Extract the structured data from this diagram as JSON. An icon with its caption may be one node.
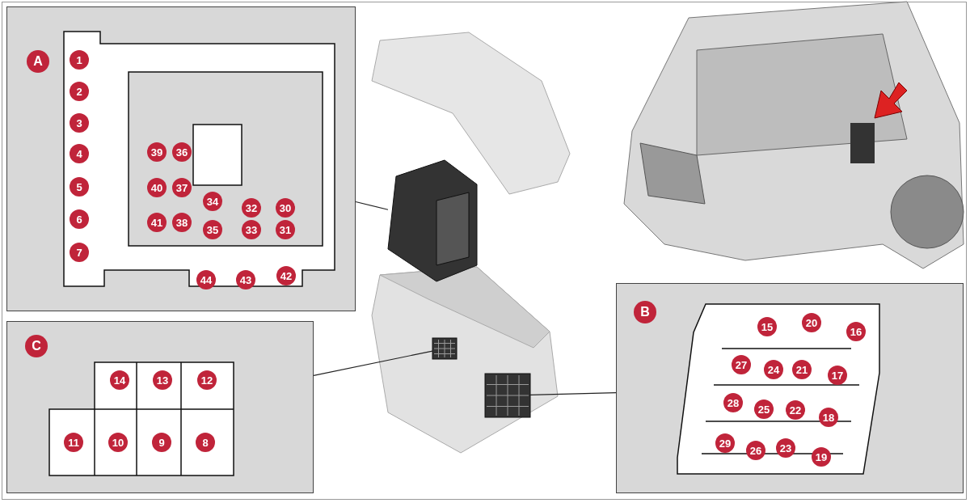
{
  "diagram": {
    "nodes": [
      {
        "text": [],
        "shape": "box"
      },
      {
        "text": [
          "A"
        ],
        "in": 0
      },
      {
        "text": [
          "1"
        ],
        "in": 0
      },
      {
        "text": [
          "2"
        ],
        "in": 0
      },
      {
        "text": [
          "3"
        ],
        "in": 0
      },
      {
        "text": [
          "4"
        ],
        "in": 0
      },
      {
        "text": [
          "5"
        ],
        "in": 0
      },
      {
        "text": [
          "6"
        ],
        "in": 0
      },
      {
        "text": [
          "7"
        ],
        "in": 0
      },
      {
        "text": [
          "39"
        ],
        "in": 0
      },
      {
        "text": [
          "36"
        ],
        "in": 0
      },
      {
        "text": [
          "40"
        ],
        "in": 0
      },
      {
        "text": [
          "37"
        ],
        "in": 0
      },
      {
        "text": [
          "34"
        ],
        "in": 0
      },
      {
        "text": [
          "32"
        ],
        "in": 0
      },
      {
        "text": [
          "30"
        ],
        "in": 0
      },
      {
        "text": [
          "41"
        ],
        "in": 0
      },
      {
        "text": [
          "38"
        ],
        "in": 0
      },
      {
        "text": [
          "35"
        ],
        "in": 0
      },
      {
        "text": [
          "33"
        ],
        "in": 0
      },
      {
        "text": [
          "31"
        ],
        "in": 0
      },
      {
        "text": [
          "44"
        ],
        "in": 0
      },
      {
        "text": [
          "43"
        ],
        "in": 0
      },
      {
        "text": [
          "42"
        ],
        "in": 0
      },
      {
        "text": [],
        "shape": "picture"
      },
      {
        "text": [],
        "shape": "picture"
      },
      {
        "text": [],
        "shape": "picture"
      },
      {
        "text": [],
        "shape": "picture"
      },
      {
        "text": [],
        "shape": "box"
      },
      {
        "text": [
          "B"
        ],
        "in": 28
      },
      {
        "text": [
          "15"
        ],
        "in": 28
      },
      {
        "text": [
          "20"
        ],
        "in": 28
      },
      {
        "text": [
          "16"
        ],
        "in": 28
      },
      {
        "text": [
          "27"
        ],
        "in": 28
      },
      {
        "text": [
          "24"
        ],
        "in": 28
      },
      {
        "text": [
          "21"
        ],
        "in": 28
      },
      {
        "text": [
          "17"
        ],
        "in": 28
      },
      {
        "text": [
          "28"
        ],
        "in": 28
      },
      {
        "text": [
          "25"
        ],
        "in": 28
      },
      {
        "text": [
          "22"
        ],
        "in": 28
      },
      {
        "text": [
          "18"
        ],
        "in": 28
      },
      {
        "text": [
          "29"
        ],
        "in": 28
      },
      {
        "text": [
          "26"
        ],
        "in": 28
      },
      {
        "text": [
          "23"
        ],
        "in": 28
      },
      {
        "text": [
          "19"
        ],
        "in": 28
      },
      {
        "text": [],
        "shape": "box"
      },
      {
        "text": [
          "C"
        ],
        "in": 45
      },
      {
        "text": [
          "14"
        ],
        "in": 45
      },
      {
        "text": [
          "13"
        ],
        "in": 45
      },
      {
        "text": [
          "12"
        ],
        "in": 45
      },
      {
        "text": [
          "11"
        ],
        "in": 45
      },
      {
        "text": [
          "10"
        ],
        "in": 45
      },
      {
        "text": [
          "9"
        ],
        "in": 45
      },
      {
        "text": [
          "8"
        ],
        "in": 45
      }
    ],
    "edges": [
      {
        "from": 0,
        "to": 24,
        "arrow": "none"
      },
      {
        "from": 28,
        "to": 26,
        "arrow": "none"
      },
      {
        "from": 45,
        "to": 25,
        "arrow": "none"
      }
    ]
  }
}
